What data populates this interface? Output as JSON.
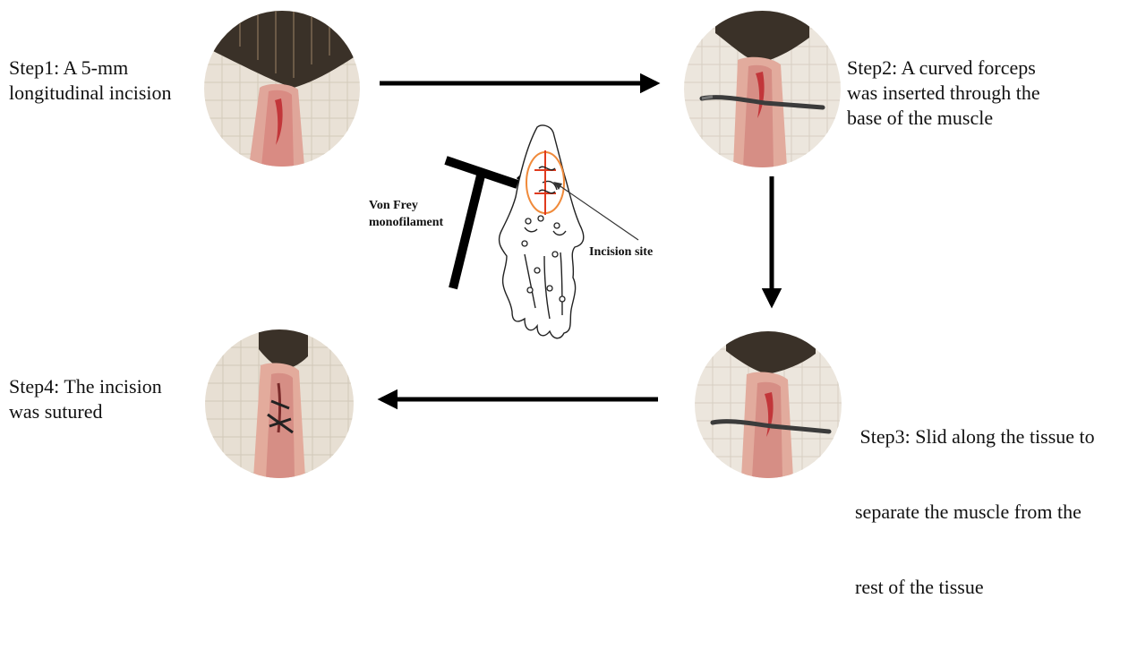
{
  "steps": [
    {
      "id": "step1",
      "lines": [
        "Step1: A 5-mm",
        "longitudinal incision"
      ]
    },
    {
      "id": "step2",
      "lines": [
        "Step2: A curved forceps",
        "was inserted through the",
        "base of the muscle"
      ]
    },
    {
      "id": "step3",
      "lines": [
        " Step3: Slid along the tissue to",
        "separate the muscle from the",
        "rest of the tissue"
      ]
    },
    {
      "id": "step4",
      "lines": [
        "Step4: The incision",
        "was sutured"
      ]
    }
  ],
  "center_figure": {
    "probe_label_lines": [
      "Von Frey",
      "monofilament"
    ],
    "incision_label": "Incision site"
  },
  "colors": {
    "arrow": "#000000",
    "incision_marker": "#e03a1e",
    "incision_oval": "#f08a3a",
    "tissue_red": "#c2363a",
    "fur_dark": "#3a3128",
    "gauze": "#e9e1d6"
  }
}
